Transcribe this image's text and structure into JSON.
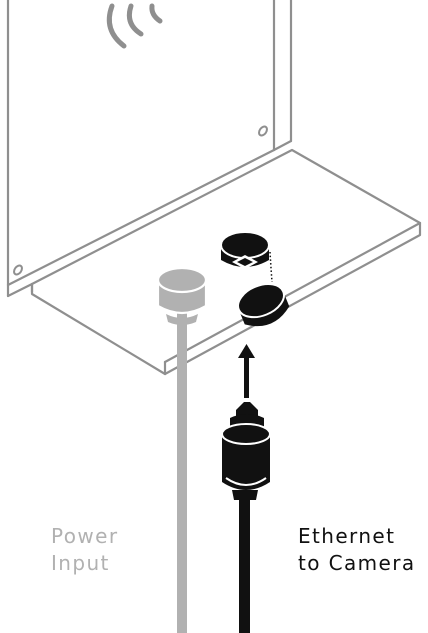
{
  "labels": {
    "power": {
      "line1": "Power",
      "line2": "Input",
      "color": "#b1b1b1"
    },
    "ethernet": {
      "line1": "Ethernet",
      "line2": "to Camera",
      "color": "#111111"
    }
  },
  "colors": {
    "outline": "#8f8f8f",
    "power_cable": "#b1b1b1",
    "ethernet_cable": "#111111",
    "background": "#ffffff"
  },
  "icons": {
    "wifi_arcs": "wifi-signal-icon",
    "insert_arrow": "arrow-up-icon"
  }
}
